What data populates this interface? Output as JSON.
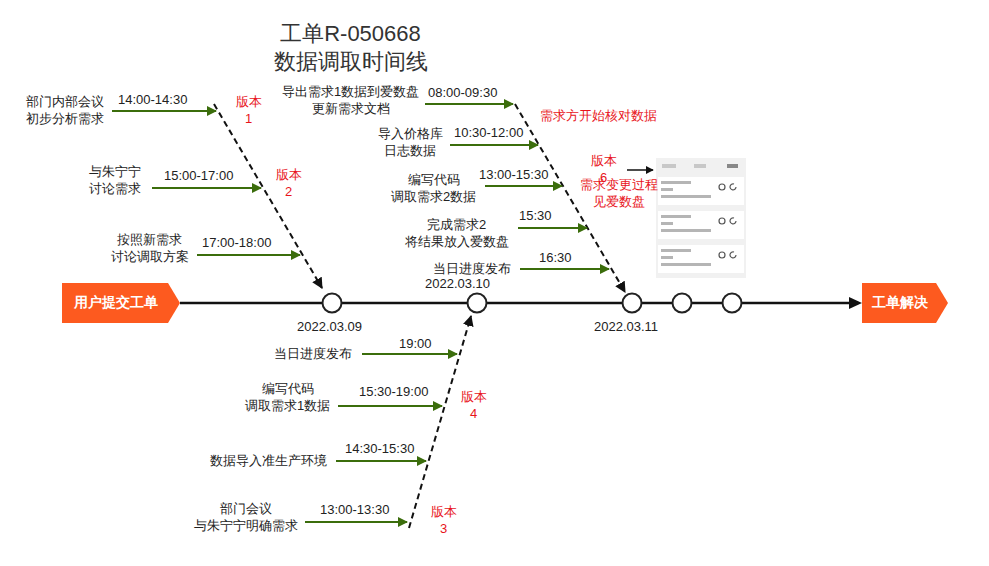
{
  "diagram": {
    "title": "工单R-050668 数据调取时间线",
    "nodes": [
      {
        "text": [
          "用户提交工单"
        ]
      },
      {
        "text": [
          "工单解决"
        ]
      }
    ],
    "edges": [
      {
        "from": 0,
        "to": 1,
        "arrow": "to"
      }
    ],
    "labels": [
      "部门内部会议 初步分析需求",
      "14:00-14:30",
      "版本 1",
      "与朱宁宁 讨论需求",
      "15:00-17:00",
      "版本 2",
      "按照新需求 讨论调取方案",
      "17:00-18:00",
      "2022.03.09",
      "导出需求1数据到爱数盘 更新需求文档",
      "08:00-09:30",
      "需求方开始核对数据",
      "导入价格库 日志数据",
      "10:30-12:00",
      "编写代码 调取需求2数据",
      "13:00-15:30",
      "版本 6",
      "需求变更过程 见爱数盘",
      "完成需求2 将结果放入爱数盘",
      "15:30",
      "当日进度发布",
      "16:30",
      "2022.03.10",
      "2022.03.11",
      "当日进度发布",
      "19:00",
      "编写代码 调取需求1数据",
      "15:30-19:00",
      "版本 4",
      "数据导入准生产环境",
      "14:30-15:30",
      "部门会议 与朱宁宁明确需求",
      "13:00-13:30",
      "版本 3"
    ]
  }
}
